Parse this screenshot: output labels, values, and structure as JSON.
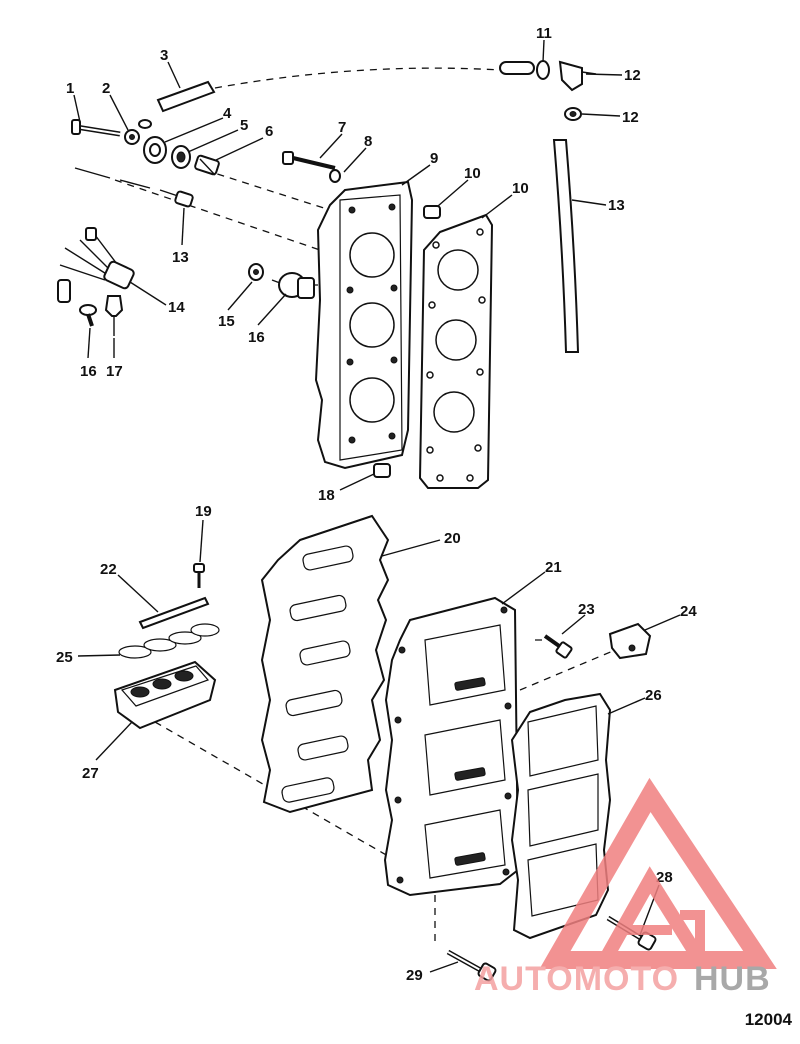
{
  "figure_number": "12004",
  "watermark": {
    "text_left": "AUTOMOTO",
    "text_right": "HUB",
    "color_primary": "#f08080",
    "color_secondary": "#9a9a9a"
  },
  "callouts": [
    "1",
    "2",
    "3",
    "4",
    "5",
    "6",
    "7",
    "8",
    "9",
    "10",
    "10",
    "11",
    "12",
    "12",
    "13",
    "13",
    "14",
    "15",
    "16",
    "16",
    "17",
    "18",
    "19",
    "20",
    "21",
    "22",
    "23",
    "24",
    "25",
    "26",
    "27",
    "28",
    "29"
  ]
}
